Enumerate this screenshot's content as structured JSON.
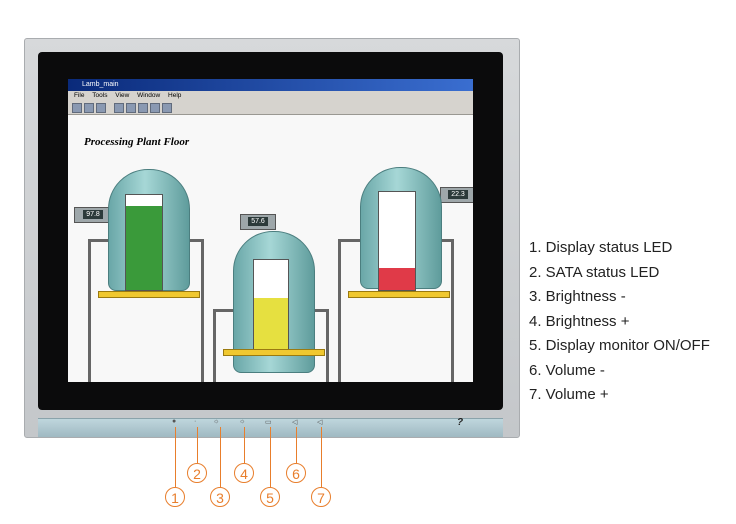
{
  "screen": {
    "window_title": "Lamb_main",
    "menu": [
      "File",
      "Tools",
      "View",
      "Window",
      "Help"
    ],
    "plant_title": "Processing Plant Floor",
    "readouts": [
      "97.8",
      "57.6",
      "22.3"
    ]
  },
  "panel": {
    "logo": "?"
  },
  "callouts": [
    "1",
    "2",
    "3",
    "4",
    "5",
    "6",
    "7"
  ],
  "legend": [
    "1. Display status LED",
    "2. SATA status LED",
    "3. Brightness -",
    "4. Brightness +",
    "5. Display monitor ON/OFF",
    "6. Volume -",
    "7. Volume +"
  ],
  "colors": {
    "accent": "#e87e2c",
    "bezel": "#c8cacc",
    "screen_bg": "#0b0b0c"
  }
}
